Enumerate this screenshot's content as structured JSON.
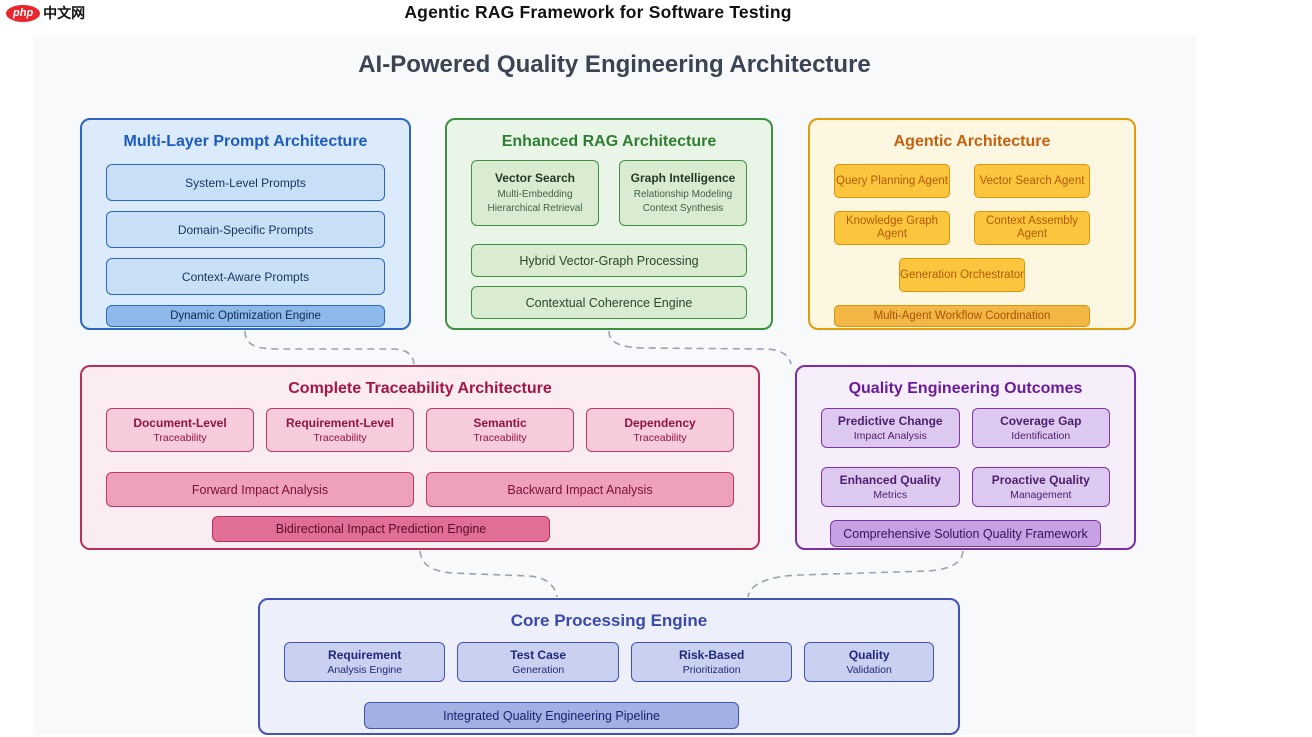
{
  "page": {
    "header_title": "Agentic RAG Framework for Software Testing",
    "logo_badge": "php",
    "logo_text": "中文网"
  },
  "diagram": {
    "title": "AI-Powered Quality Engineering Architecture",
    "prompt_architecture": {
      "title": "Multi-Layer Prompt Architecture",
      "items": [
        "System-Level Prompts",
        "Domain-Specific Prompts",
        "Context-Aware Prompts"
      ],
      "footer": "Dynamic Optimization Engine"
    },
    "rag_architecture": {
      "title": "Enhanced RAG Architecture",
      "cards": [
        {
          "title": "Vector Search",
          "line1": "Multi-Embedding",
          "line2": "Hierarchical Retrieval"
        },
        {
          "title": "Graph Intelligence",
          "line1": "Relationship Modeling",
          "line2": "Context Synthesis"
        }
      ],
      "bars": [
        "Hybrid Vector-Graph Processing",
        "Contextual Coherence Engine"
      ]
    },
    "agentic_architecture": {
      "title": "Agentic Architecture",
      "agents": [
        "Query Planning Agent",
        "Vector Search Agent",
        "Knowledge Graph Agent",
        "Context Assembly Agent",
        "Generation Orchestrator"
      ],
      "footer": "Multi-Agent Workflow Coordination"
    },
    "traceability": {
      "title": "Complete Traceability Architecture",
      "cards": [
        {
          "title": "Document-Level",
          "sub": "Traceability"
        },
        {
          "title": "Requirement-Level",
          "sub": "Traceability"
        },
        {
          "title": "Semantic",
          "sub": "Traceability"
        },
        {
          "title": "Dependency",
          "sub": "Traceability"
        }
      ],
      "bars": [
        "Forward Impact Analysis",
        "Backward Impact Analysis"
      ],
      "footer": "Bidirectional Impact Prediction Engine"
    },
    "outcomes": {
      "title": "Quality Engineering Outcomes",
      "cards": [
        {
          "title": "Predictive Change",
          "sub": "Impact Analysis"
        },
        {
          "title": "Coverage Gap",
          "sub": "Identification"
        },
        {
          "title": "Enhanced Quality",
          "sub": "Metrics"
        },
        {
          "title": "Proactive Quality",
          "sub": "Management"
        }
      ],
      "footer": "Comprehensive Solution Quality Framework"
    },
    "core_engine": {
      "title": "Core Processing Engine",
      "cards": [
        {
          "title": "Requirement",
          "sub": "Analysis Engine"
        },
        {
          "title": "Test Case",
          "sub": "Generation"
        },
        {
          "title": "Risk-Based",
          "sub": "Prioritization"
        },
        {
          "title": "Quality",
          "sub": "Validation"
        }
      ],
      "footer": "Integrated Quality Engineering Pipeline"
    }
  },
  "colors": {
    "brand_red": "#e8262d",
    "blue_accent": "#2a66c2",
    "green_accent": "#3f9142",
    "orange_accent": "#d99408",
    "crimson_accent": "#b8305a",
    "purple_accent": "#7a2fa6",
    "indigo_accent": "#4353b4",
    "connector_gray": "#9aa3af",
    "panel_background": "#f8f9fa"
  }
}
